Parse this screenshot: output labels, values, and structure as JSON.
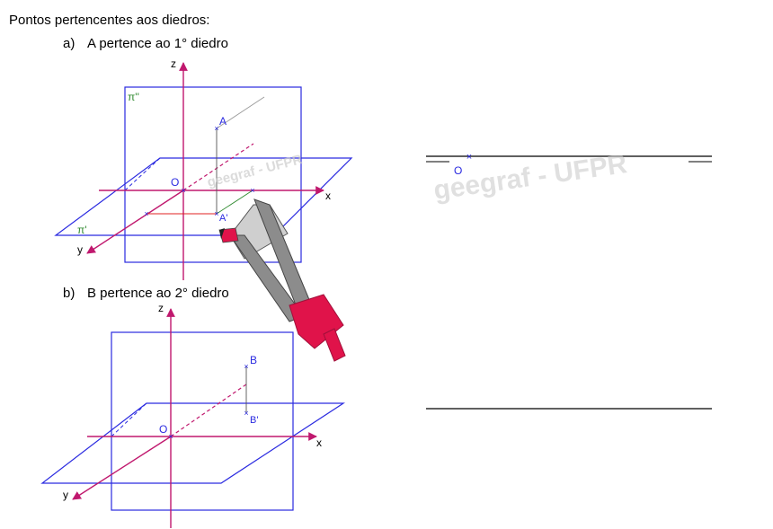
{
  "heading": "Pontos pertencentes aos diedros:",
  "part_a": {
    "letter": "a)",
    "text": "A pertence ao 1° diedro"
  },
  "part_b": {
    "letter": "b)",
    "text": "B pertence ao 2° diedro"
  },
  "diagram_a": {
    "axis_z": "z",
    "axis_x": "x",
    "axis_y": "y",
    "origin": "O",
    "plane_vertical": "π''",
    "plane_horizontal": "π'",
    "point": "A",
    "projection": "A'",
    "watermark": "geegraf - UFPR"
  },
  "diagram_b": {
    "axis_z": "z",
    "axis_x": "x",
    "axis_y": "y",
    "origin": "O",
    "point": "B",
    "projection": "B'"
  },
  "epure": {
    "origin": "O",
    "watermark": "geegraf - UFPR"
  },
  "colors": {
    "plane": "#2a2ae0",
    "axis": "#c0186e",
    "projection_line": "#e02020",
    "green": "#2f8a2f",
    "compass_body": "#8c8c8c",
    "compass_handle": "#e0134a"
  }
}
